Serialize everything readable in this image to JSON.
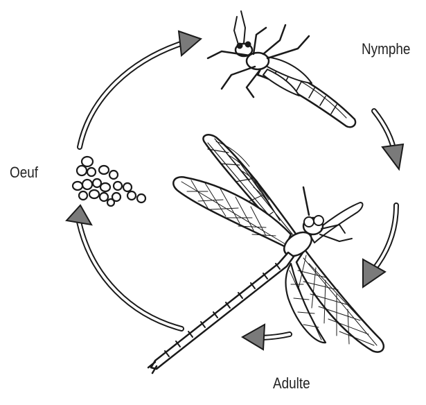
{
  "diagram": {
    "labels": {
      "nymph": "Nymphe",
      "egg": "Oeuf",
      "adult": "Adulte"
    },
    "colors": {
      "ink": "#1a1a1a",
      "arrow_shaft": "#ffffff",
      "arrow_head": "#7a7a7a",
      "background": "#ffffff"
    },
    "icons": [
      "nymph-illustration",
      "egg-cluster",
      "dragonfly-illustration",
      "cycle-arrow"
    ]
  }
}
